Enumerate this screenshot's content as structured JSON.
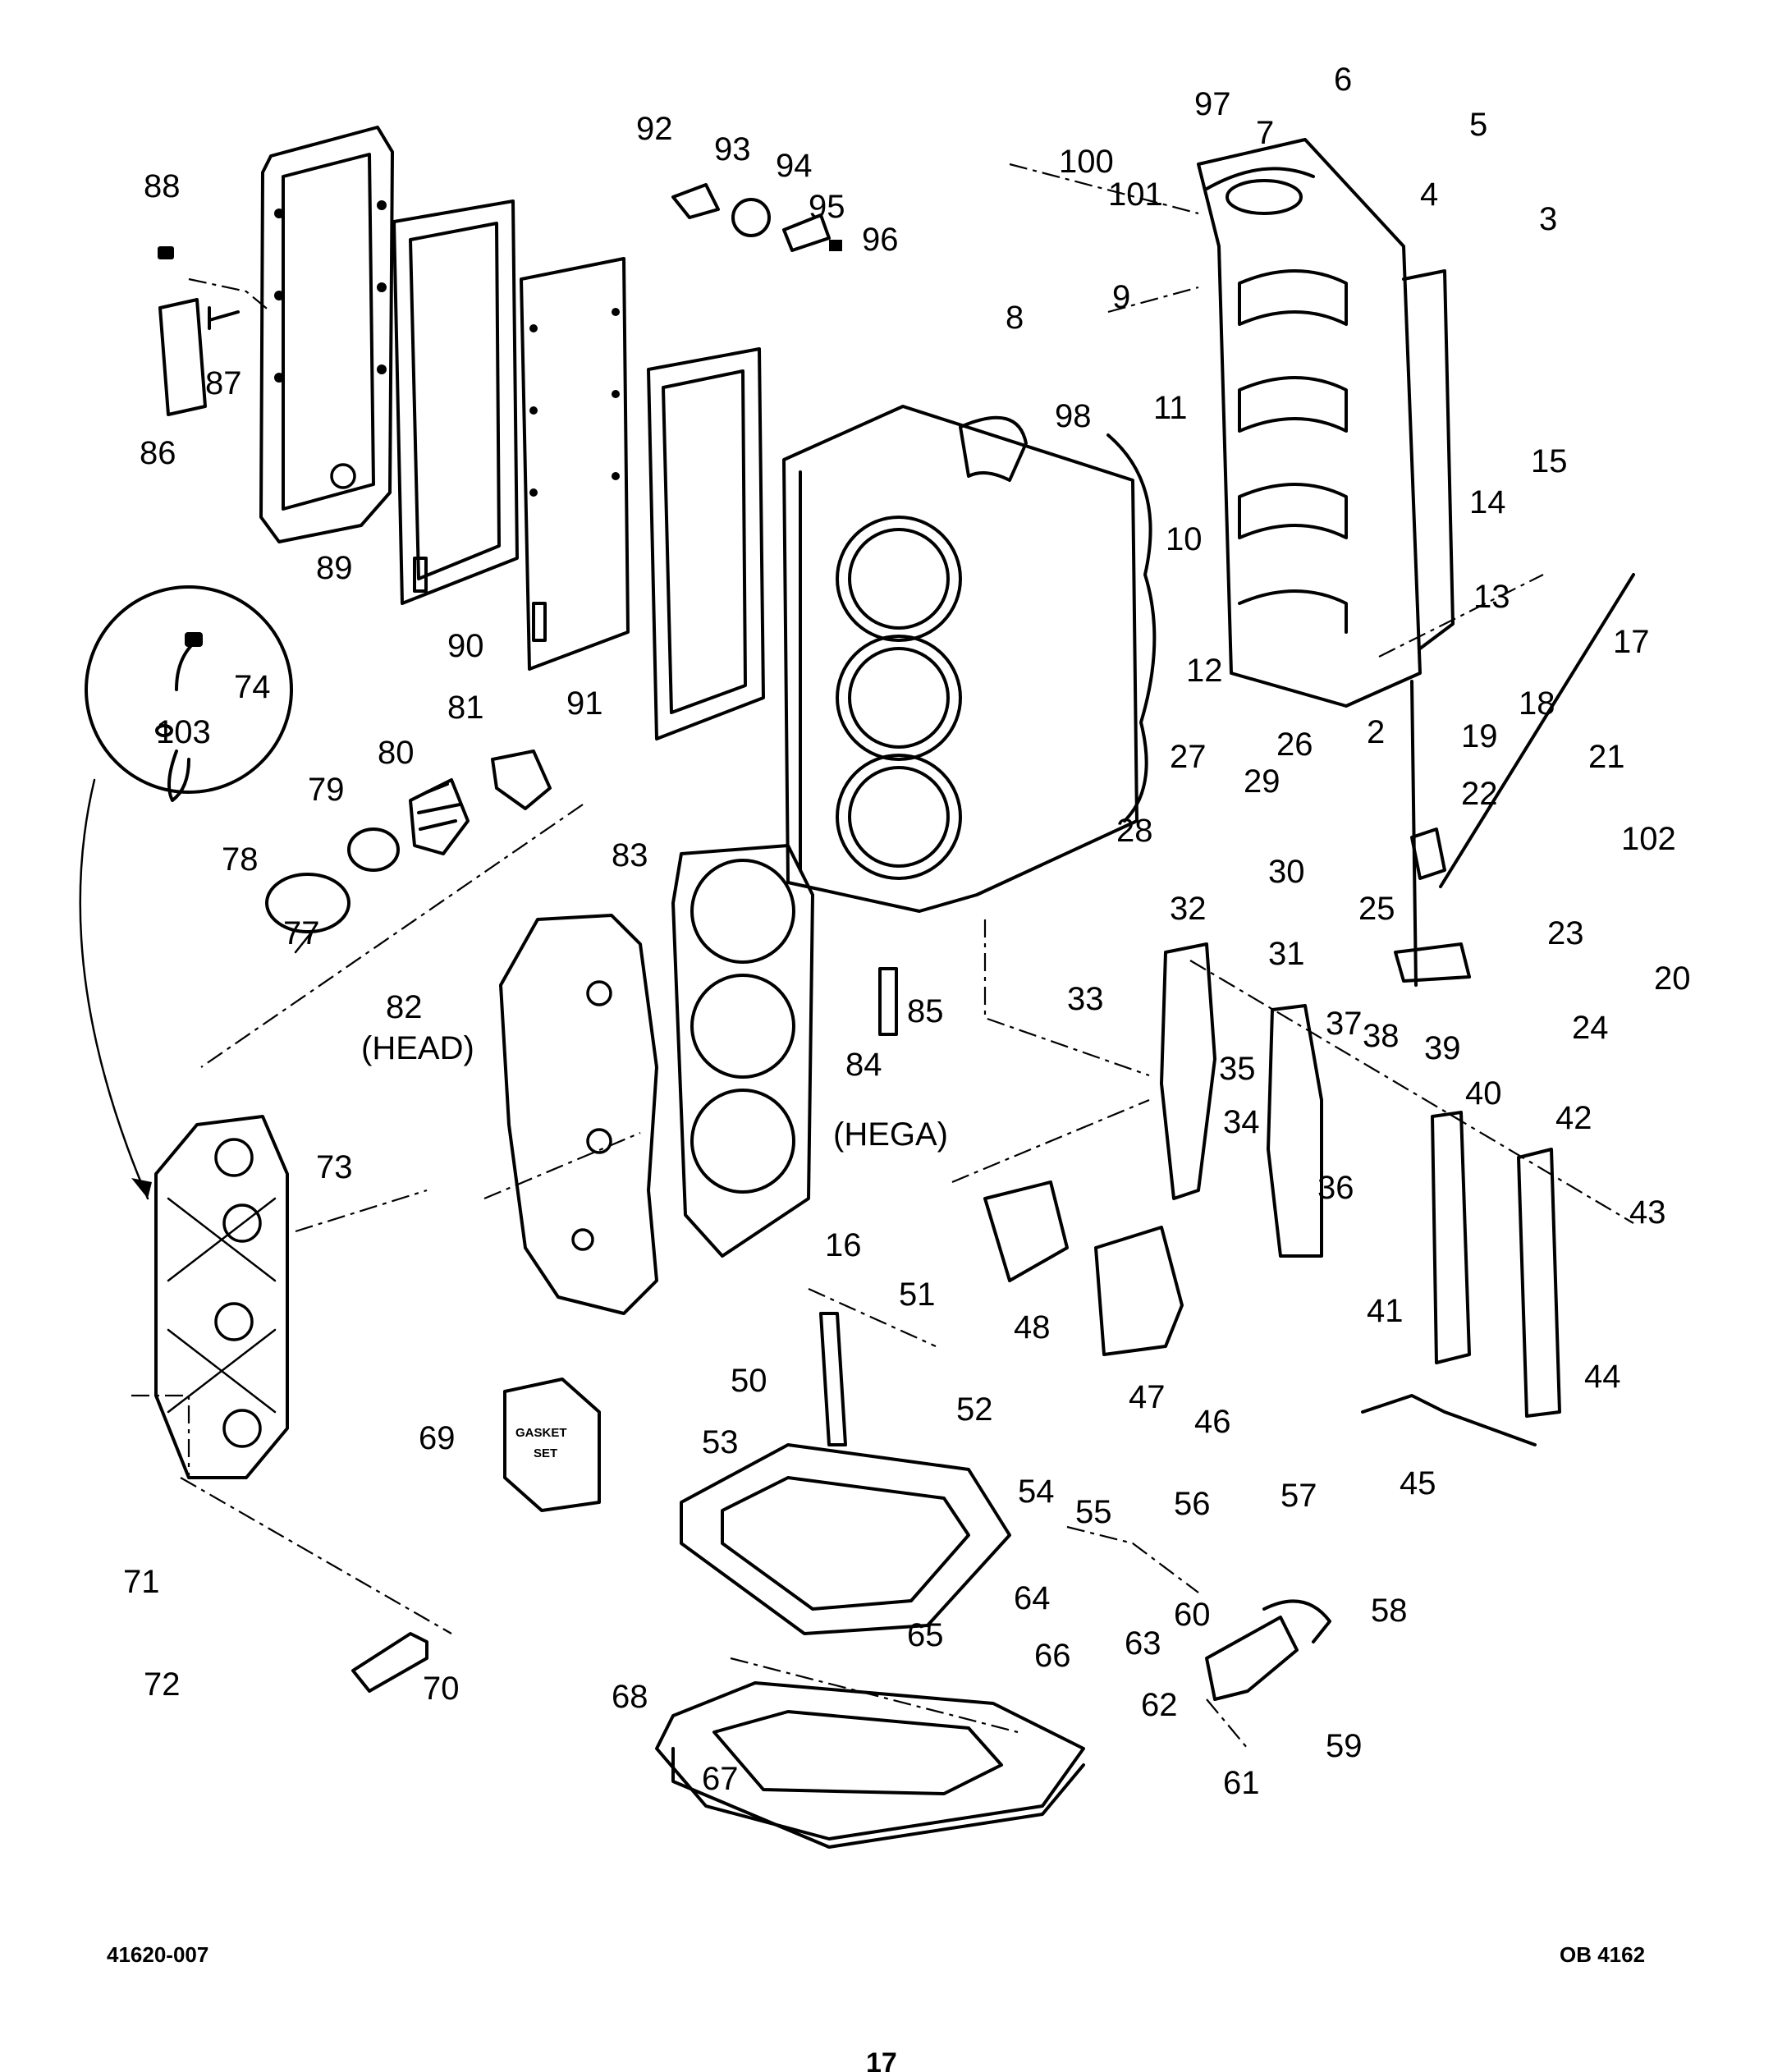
{
  "document": {
    "part_number": "41620-007",
    "drawing_code": "OB 4162",
    "page_number": "17"
  },
  "labels": {
    "head": "(HEAD)",
    "hega": "(HEGA)",
    "gasket_set_line1": "GASKET",
    "gasket_set_line2": "SET"
  },
  "callouts": [
    "100",
    "101",
    "2",
    "3",
    "4",
    "5",
    "6",
    "7",
    "8",
    "9",
    "10",
    "11",
    "12",
    "13",
    "14",
    "15",
    "16",
    "17",
    "18",
    "19",
    "20",
    "21",
    "22",
    "23",
    "24",
    "25",
    "26",
    "27",
    "28",
    "29",
    "30",
    "31",
    "32",
    "33",
    "34",
    "35",
    "36",
    "37",
    "38",
    "39",
    "40",
    "41",
    "42",
    "43",
    "44",
    "45",
    "46",
    "47",
    "48",
    "50",
    "51",
    "52",
    "53",
    "54",
    "55",
    "56",
    "57",
    "58",
    "59",
    "60",
    "61",
    "62",
    "63",
    "64",
    "65",
    "66",
    "67",
    "68",
    "69",
    "70",
    "71",
    "72",
    "73",
    "74",
    "77",
    "78",
    "79",
    "80",
    "81",
    "82",
    "83",
    "84",
    "85",
    "86",
    "87",
    "88",
    "89",
    "90",
    "91",
    "92",
    "93",
    "94",
    "95",
    "96",
    "97",
    "98",
    "102",
    "103"
  ]
}
